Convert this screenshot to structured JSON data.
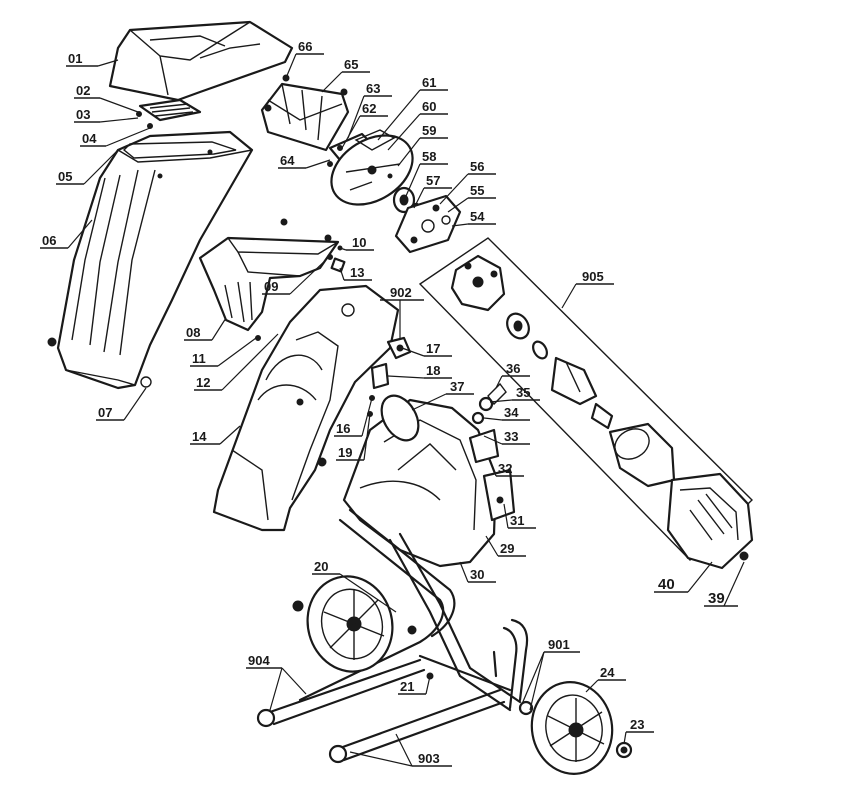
{
  "labels": {
    "p01": "01",
    "p02": "02",
    "p03": "03",
    "p04": "04",
    "p05": "05",
    "p06": "06",
    "p07": "07",
    "p08": "08",
    "p09": "09",
    "p10": "10",
    "p11": "11",
    "p12": "12",
    "p13": "13",
    "p14": "14",
    "p16": "16",
    "p17": "17",
    "p18": "18",
    "p19": "19",
    "p20": "20",
    "p21": "21",
    "p23": "23",
    "p24": "24",
    "p29": "29",
    "p30": "30",
    "p31": "31",
    "p32": "32",
    "p33": "33",
    "p34": "34",
    "p35": "35",
    "p36": "36",
    "p37": "37",
    "p39": "39",
    "p40": "40",
    "p54": "54",
    "p55": "55",
    "p56": "56",
    "p57": "57",
    "p58": "58",
    "p59": "59",
    "p60": "60",
    "p61": "61",
    "p62": "62",
    "p63": "63",
    "p64": "64",
    "p65": "65",
    "p66": "66",
    "p901": "901",
    "p902": "902",
    "p903": "903",
    "p904": "904",
    "p905": "905"
  },
  "colors": {
    "ink": "#1a1a1a",
    "paper": "#ffffff"
  }
}
